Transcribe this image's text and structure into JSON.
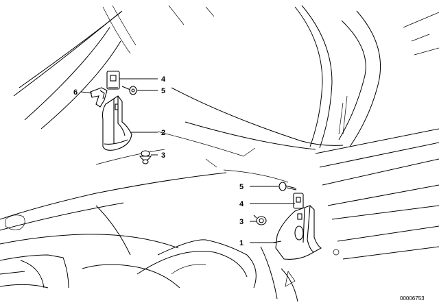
{
  "callouts": {
    "top_4": "4",
    "top_5": "5",
    "top_6": "6",
    "top_2": "2",
    "top_3": "3",
    "bottom_5": "5",
    "bottom_4": "4",
    "bottom_3": "3",
    "bottom_1": "1"
  },
  "reference_code": "00006753"
}
